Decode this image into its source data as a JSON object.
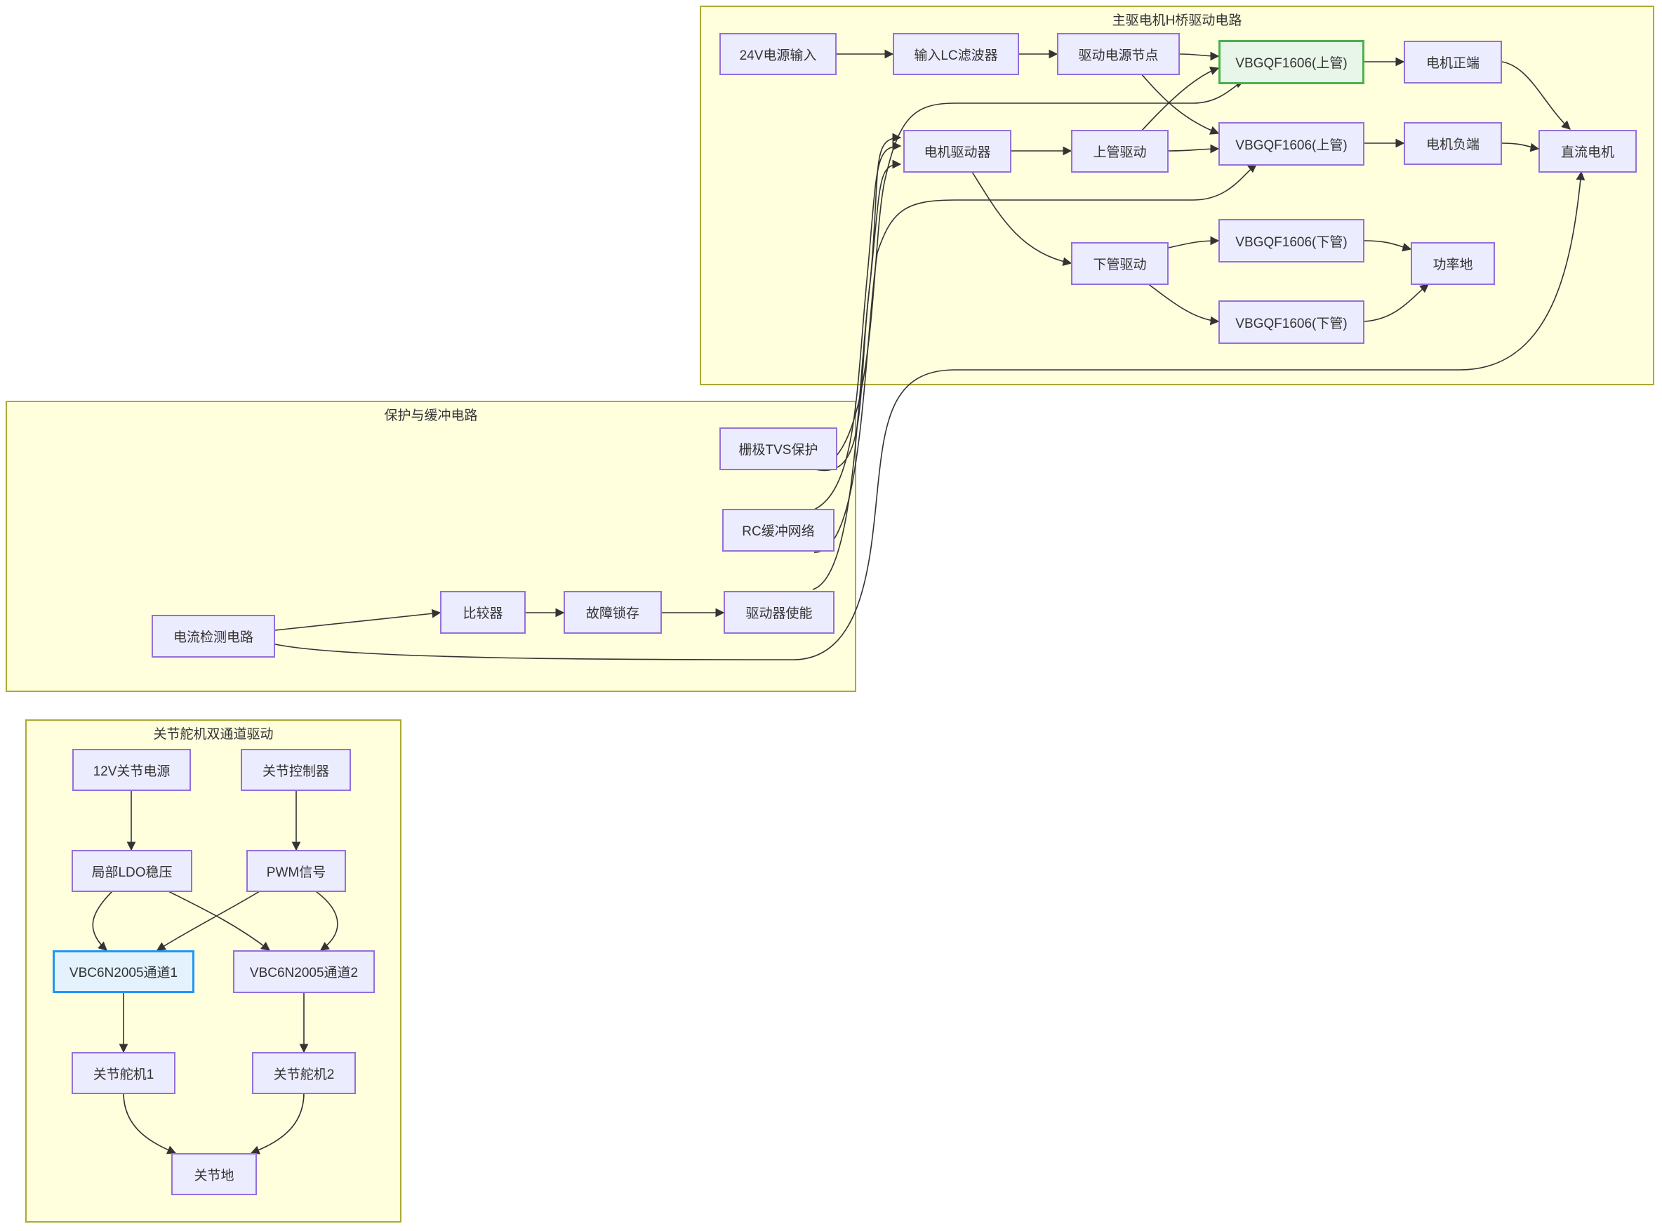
{
  "clusters": {
    "main": "主驱电机H桥驱动电路",
    "protect": "保护与缓冲电路",
    "joint": "关节舵机双通道驱动"
  },
  "nodes": {
    "pwr24": "24V电源输入",
    "lc": "输入LC滤波器",
    "drvnode": "驱动电源节点",
    "q1": "VBGQF1606(上管)",
    "q2": "VBGQF1606(上管)",
    "q3": "VBGQF1606(下管)",
    "q4": "VBGQF1606(下管)",
    "mdrv": "电机驱动器",
    "hidrv": "上管驱动",
    "lodrv": "下管驱动",
    "mpos": "电机正端",
    "mneg": "电机负端",
    "dcm": "直流电机",
    "pgnd": "功率地",
    "tvs": "栅极TVS保护",
    "rc": "RC缓冲网络",
    "isense": "电流检测电路",
    "cmp": "比较器",
    "latch": "故障锁存",
    "en": "驱动器使能",
    "pwr12": "12V关节电源",
    "jctl": "关节控制器",
    "ldo": "局部LDO稳压",
    "pwm": "PWM信号",
    "ch1": "VBC6N2005通道1",
    "ch2": "VBC6N2005通道2",
    "srv1": "关节舵机1",
    "srv2": "关节舵机2",
    "jgnd": "关节地"
  },
  "colors": {
    "node_fill": "#ececff",
    "node_border": "#9370db",
    "cluster_fill": "#ffffde",
    "cluster_border": "#aaaa33",
    "highlight_green": "#4caf50",
    "highlight_blue": "#2196f3",
    "edge": "#333333"
  }
}
